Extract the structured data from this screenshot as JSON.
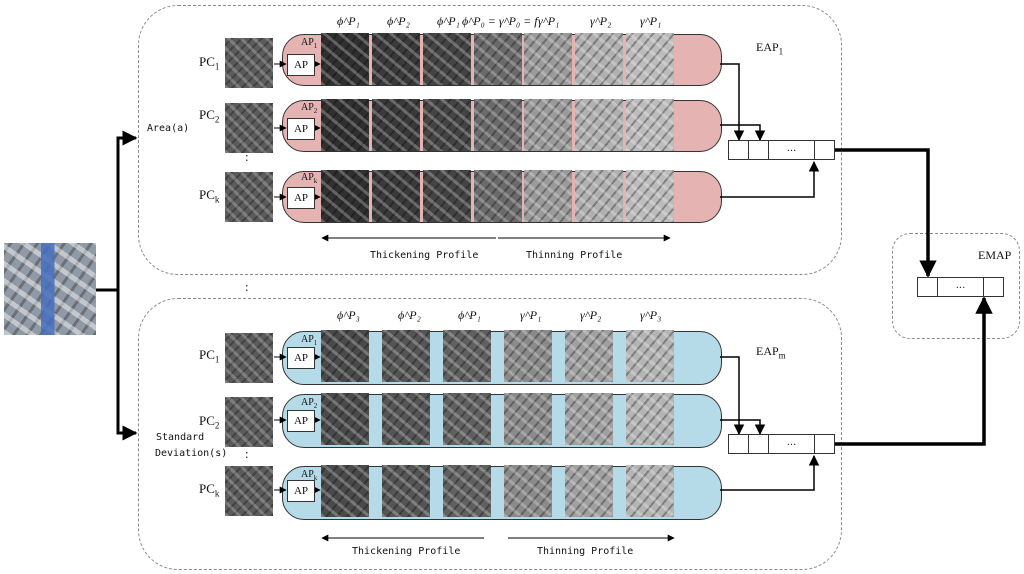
{
  "left_labels": {
    "area": "Area(a)",
    "std_line1": "Standard",
    "std_line2": "Deviation(s)"
  },
  "top_block": {
    "eap_base": "EAP",
    "eap_sub": "1",
    "pc_rows": [
      {
        "pc": "PC",
        "pc_sub": "1",
        "ap_label": "AP",
        "ap_sub": "1",
        "box": "AP"
      },
      {
        "pc": "PC",
        "pc_sub": "2",
        "ap_label": "AP",
        "ap_sub": "2",
        "box": "AP"
      },
      {
        "pc": "PC",
        "pc_sub": "k",
        "ap_label": "AP",
        "ap_sub": "k",
        "box": "AP"
      }
    ],
    "symbols": [
      "ϕ^P₁",
      "ϕ^P₂",
      "ϕ^P₁",
      "ϕ^P₀ = γ^P₀ = f",
      "γ^P₁",
      "γ^P₂",
      "γ^P₁"
    ],
    "thickening": "Thickening Profile",
    "thinning": "Thinning Profile",
    "stack_dots": "..."
  },
  "bottom_block": {
    "eap_base": "EAP",
    "eap_sub": "m",
    "pc_rows": [
      {
        "pc": "PC",
        "pc_sub": "1",
        "ap_label": "AP",
        "ap_sub": "1",
        "box": "AP"
      },
      {
        "pc": "PC",
        "pc_sub": "2",
        "ap_label": "AP",
        "ap_sub": "2",
        "box": "AP"
      },
      {
        "pc": "PC",
        "pc_sub": "k",
        "ap_label": "AP",
        "ap_sub": "k",
        "box": "AP"
      }
    ],
    "symbols": [
      "ϕ^P₃",
      "ϕ^P₂",
      "ϕ^P₁",
      "γ^P₁",
      "γ^P₂",
      "γ^P₃"
    ],
    "thickening": "Thickening Profile",
    "thinning": "Thinning Profile",
    "stack_dots": "..."
  },
  "emap": {
    "label": "EMAP",
    "dots": "..."
  },
  "ellipsis": ":",
  "colors": {
    "top_strip": "#e6b3b3",
    "bottom_strip": "#b6dbe8",
    "panel_border": "#8a8a8a"
  }
}
